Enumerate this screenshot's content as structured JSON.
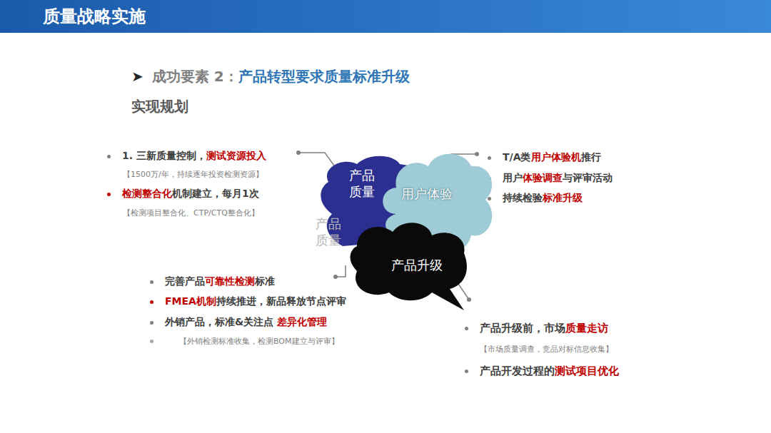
{
  "diagram": {
    "title": "质量战略实施",
    "nodes": [
      {
        "text": [
          "产品 质量"
        ]
      },
      {
        "text": [
          "用户体验"
        ]
      },
      {
        "text": [
          "产品升级"
        ]
      }
    ],
    "labels": [
      "➤",
      "成功要素 2：",
      "产品转型要求质量标准升级",
      "实现规划",
      "1. 三新质量控制，",
      "测试资源投入",
      "【1500万/年，持续逐年投资检测资源】",
      "检测整合化",
      "机制建立，每月1次",
      "【检测项目整合化、CTP/CTQ整合化】",
      "T/A类",
      "用户体验机",
      "推行",
      "用户",
      "体验调查",
      "与评审活动",
      "持续检验",
      "标准升级",
      "产品 质量",
      "完善产品",
      "可靠性检测",
      "标准",
      "FMEA机制",
      "持续推进，新品释放节点评审",
      "外销产品，标准&关注点 ",
      "差异化管理",
      "【外销检测标准收集，检测BOM建立与评审】",
      "产品升级前，市场",
      "质量走访",
      "【市场质量调查，竞品对标信息收集】",
      "产品开发过程的",
      "测试项目优化"
    ]
  }
}
